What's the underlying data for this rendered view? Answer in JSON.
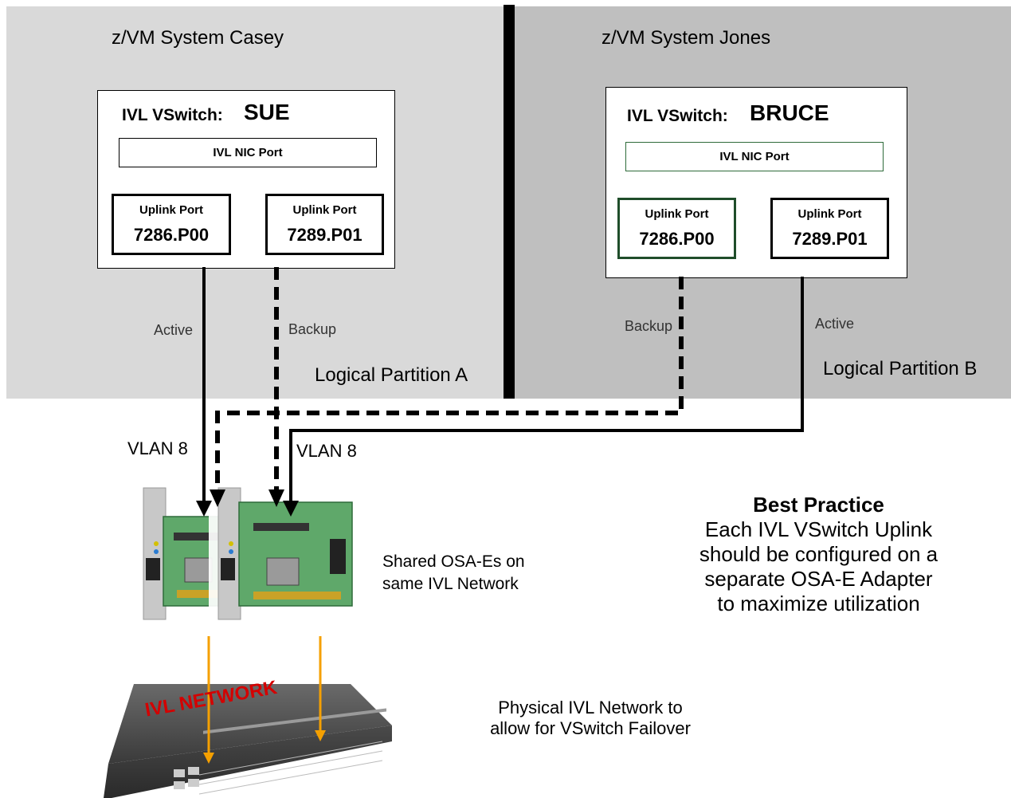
{
  "systems": {
    "a": {
      "title": "z/VM System  Casey",
      "partition": "Logical Partition A",
      "vswitch": {
        "label": "IVL VSwitch:",
        "name": "SUE",
        "nic_port": "IVL NIC Port",
        "uplinks": [
          {
            "label": "Uplink Port",
            "id": "7286.P00"
          },
          {
            "label": "Uplink Port",
            "id": "7289.P01"
          }
        ]
      },
      "active_label": "Active",
      "backup_label": "Backup"
    },
    "b": {
      "title": "z/VM System Jones",
      "partition": "Logical Partition B",
      "vswitch": {
        "label": "IVL VSwitch:",
        "name": "BRUCE",
        "nic_port": "IVL NIC Port",
        "uplinks": [
          {
            "label": "Uplink Port",
            "id": "7286.P00"
          },
          {
            "label": "Uplink Port",
            "id": "7289.P01"
          }
        ]
      },
      "active_label": "Active",
      "backup_label": "Backup"
    }
  },
  "vlan_left": "VLAN 8",
  "vlan_right": "VLAN 8",
  "osa_caption": {
    "line1": "Shared OSA-Es on",
    "line2": "same IVL Network"
  },
  "network_label": "IVL NETWORK",
  "network_caption": {
    "line1": "Physical IVL Network to",
    "line2": "allow for VSwitch Failover"
  },
  "best_practice": {
    "title": "Best Practice",
    "lines": [
      "Each IVL VSwitch Uplink",
      "should be configured on a",
      "separate OSA-E Adapter",
      "to maximize utilization"
    ]
  },
  "colors": {
    "lpar_a": "#d9d9d9",
    "lpar_b": "#bfbfbf",
    "divider": "#000000",
    "switch_link": "#f5a000",
    "network_label": "#d40000",
    "board": "#5fa86a"
  }
}
